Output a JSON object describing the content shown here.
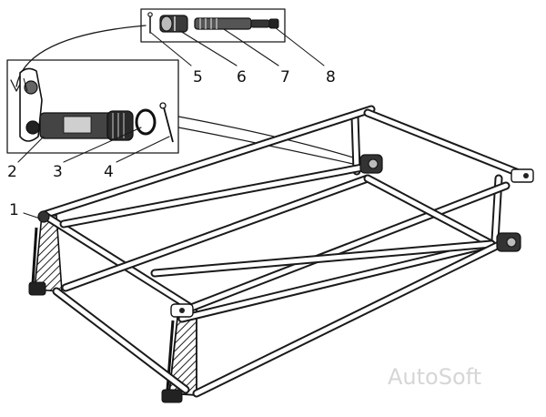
{
  "labels": {
    "l1": "1",
    "l2": "2",
    "l3": "3",
    "l4": "4",
    "l5": "5",
    "l6": "6",
    "l7": "7",
    "l8": "8"
  },
  "watermark": "AutoSoft"
}
